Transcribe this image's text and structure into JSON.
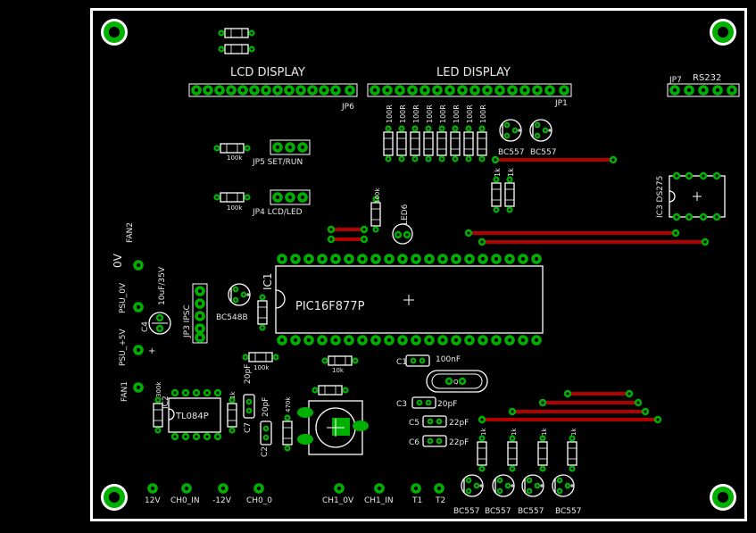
{
  "board": {
    "title_lcd": "LCD DISPLAY",
    "title_led": "LED DISPLAY",
    "rs232": "RS232",
    "jp7": "JP7",
    "jp6": "JP6",
    "jp1": "JP1",
    "jp5": "JP5 SET/RUN",
    "jp4": "JP4 LCD/LED",
    "jp3": "JP3 IPSC",
    "ic1_ref": "IC1",
    "ic1_part": "PIC16F877P",
    "ic2_ref": "IC2",
    "ic2_part": "TL084P",
    "ic3": "IC3  DS275",
    "led6": "LED6",
    "c4": "C4",
    "c4_val": "10uF/35V",
    "fan2": "FAN2",
    "zero_v": "0V",
    "psu0": "PSU_0V",
    "psu5": "PSU_+5V",
    "plus": "+",
    "fan1": "FAN1",
    "bc548": "BC548B",
    "c1": "C1",
    "c1_val": "100nF",
    "c3": "C3",
    "c3_val": "20pF",
    "c5": "C5",
    "c5_val": "22pF",
    "c6": "C6",
    "c6_val": "22pF",
    "c7": "C7",
    "c7_val": "20pF",
    "c2": "C2",
    "c2_val": "20pF",
    "r100k": "100k",
    "r10k": "10k",
    "r100r": "100R",
    "r1k": "1k",
    "r300k": "300k",
    "r470k": "470k",
    "bc557": "BC557",
    "q": "Q",
    "io_labels": [
      "12V",
      "CH0_IN",
      "-12V",
      "CH0_0",
      "CH1_0V",
      "CH1_IN",
      "T1",
      "T2"
    ]
  },
  "colors": {
    "copper": "#00b000",
    "silk": "#ffffff",
    "trace": "#b00000",
    "background": "#000000"
  }
}
